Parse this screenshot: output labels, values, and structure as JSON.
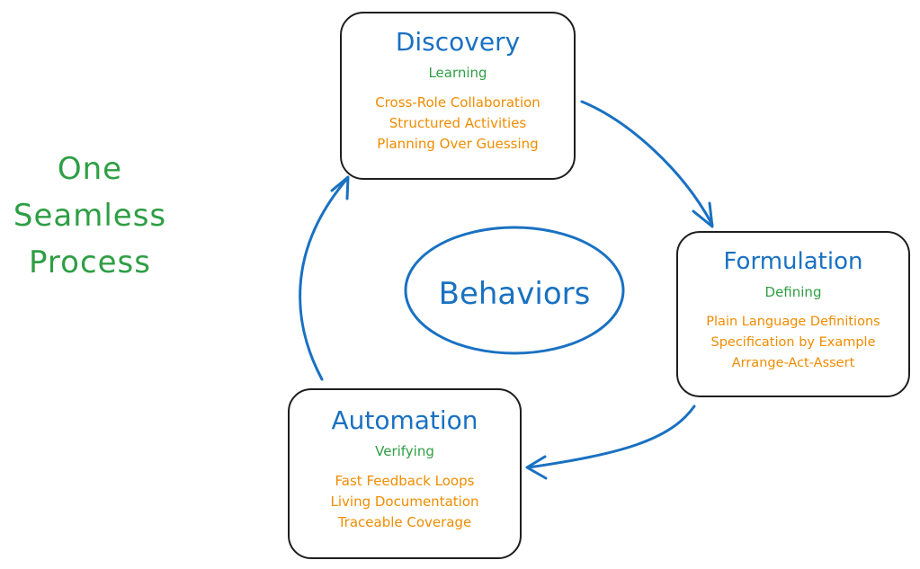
{
  "side_title": [
    "One",
    "Seamless",
    "Process"
  ],
  "center": {
    "label": "Behaviors"
  },
  "discovery": {
    "title": "Discovery",
    "subtitle": "Learning",
    "items": [
      "Cross-Role Collaboration",
      "Structured Activities",
      "Planning Over Guessing"
    ]
  },
  "formulation": {
    "title": "Formulation",
    "subtitle": "Defining",
    "items": [
      "Plain Language Definitions",
      "Specification by Example",
      "Arrange-Act-Assert"
    ]
  },
  "automation": {
    "title": "Automation",
    "subtitle": "Verifying",
    "items": [
      "Fast Feedback Loops",
      "Living Documentation",
      "Traceable Coverage"
    ]
  },
  "colors": {
    "title": "#1971c2",
    "subtitle": "#2f9e44",
    "items": "#f08c00",
    "border": "#1e1e1e",
    "arrow": "#1971c2"
  }
}
